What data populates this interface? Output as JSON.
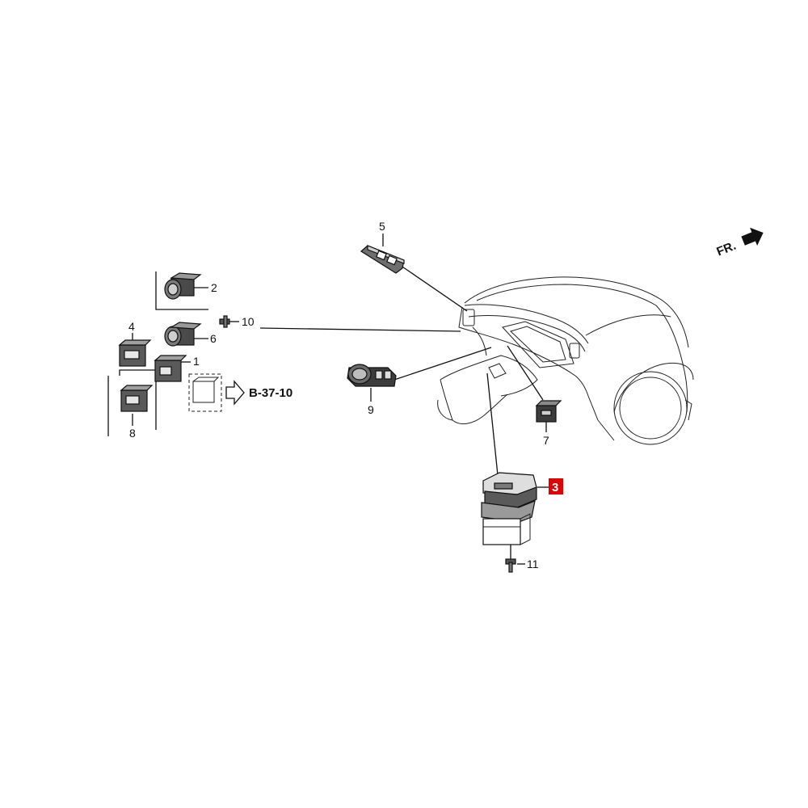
{
  "diagram": {
    "direction_label": "FR.",
    "reference_label": "B-37-10",
    "callouts": {
      "c1": "1",
      "c2": "2",
      "c3": "3",
      "c4": "4",
      "c5": "5",
      "c6": "6",
      "c7": "7",
      "c8": "8",
      "c9": "9",
      "c10": "10",
      "c11": "11"
    },
    "highlight_color": "#e00000"
  }
}
